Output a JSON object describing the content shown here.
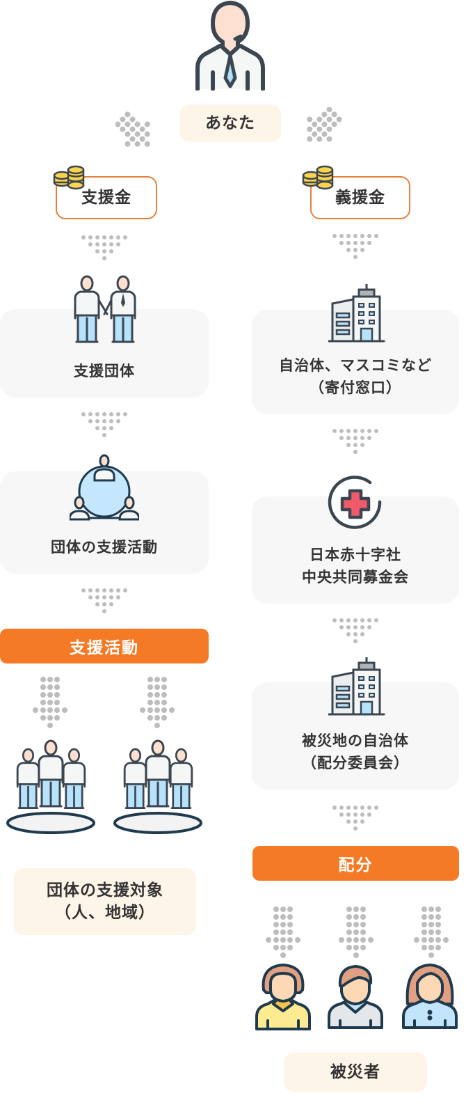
{
  "top": {
    "person_label": "あなた"
  },
  "left": {
    "money_label": "支援金",
    "org_label": "支援団体",
    "activity_label": "団体の支援活動",
    "action_bar": "支援活動",
    "target_line1": "団体の支援対象",
    "target_line2": "（人、地域）"
  },
  "right": {
    "money_label": "義援金",
    "window_line1": "自治体、マスコミなど",
    "window_line2": "（寄付窓口）",
    "redcross_line1": "日本赤十字社",
    "redcross_line2": "中央共同募金会",
    "local_line1": "被災地の自治体",
    "local_line2": "（配分委員会）",
    "action_bar": "配分",
    "victims_label": "被災者"
  },
  "colors": {
    "orange": "#f57a26",
    "orange_border": "#e8803a",
    "cream": "#fef5e9",
    "box_gray": "#f7f7f7",
    "dot_gray": "#bdbdbd",
    "stroke": "#3c4650",
    "skin": "#fde0cf",
    "pants_blue": "#b7e2fb",
    "cross_red": "#f05a6a",
    "coin_yellow": "#fbd34d"
  }
}
